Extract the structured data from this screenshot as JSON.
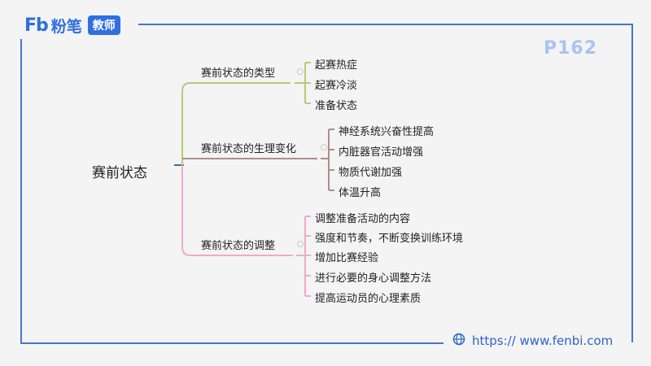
{
  "logo": {
    "mark": "Fb",
    "name": "粉笔",
    "badge": "教师"
  },
  "page_number": "P162",
  "mindmap": {
    "root": "赛前状态",
    "branches": [
      {
        "label": "赛前状态的类型",
        "color": "#b9c979",
        "children": [
          "起赛热症",
          "起赛冷淡",
          "准备状态"
        ]
      },
      {
        "label": "赛前状态的生理变化",
        "color": "#b18d88",
        "children": [
          "神经系统兴奋性提高",
          "内脏器官活动增强",
          "物质代谢加强",
          "体温升高"
        ]
      },
      {
        "label": "赛前状态的调整",
        "color": "#f0a9cc",
        "children": [
          "调整准备活动的内容",
          "强度和节奏，不断变换训练环境",
          "增加比赛经验",
          "进行必要的身心调整方法",
          "提高运动员的心理素质"
        ]
      }
    ]
  },
  "footer": {
    "url": "https:// www.fenbi.com",
    "icon": "globe-icon"
  }
}
